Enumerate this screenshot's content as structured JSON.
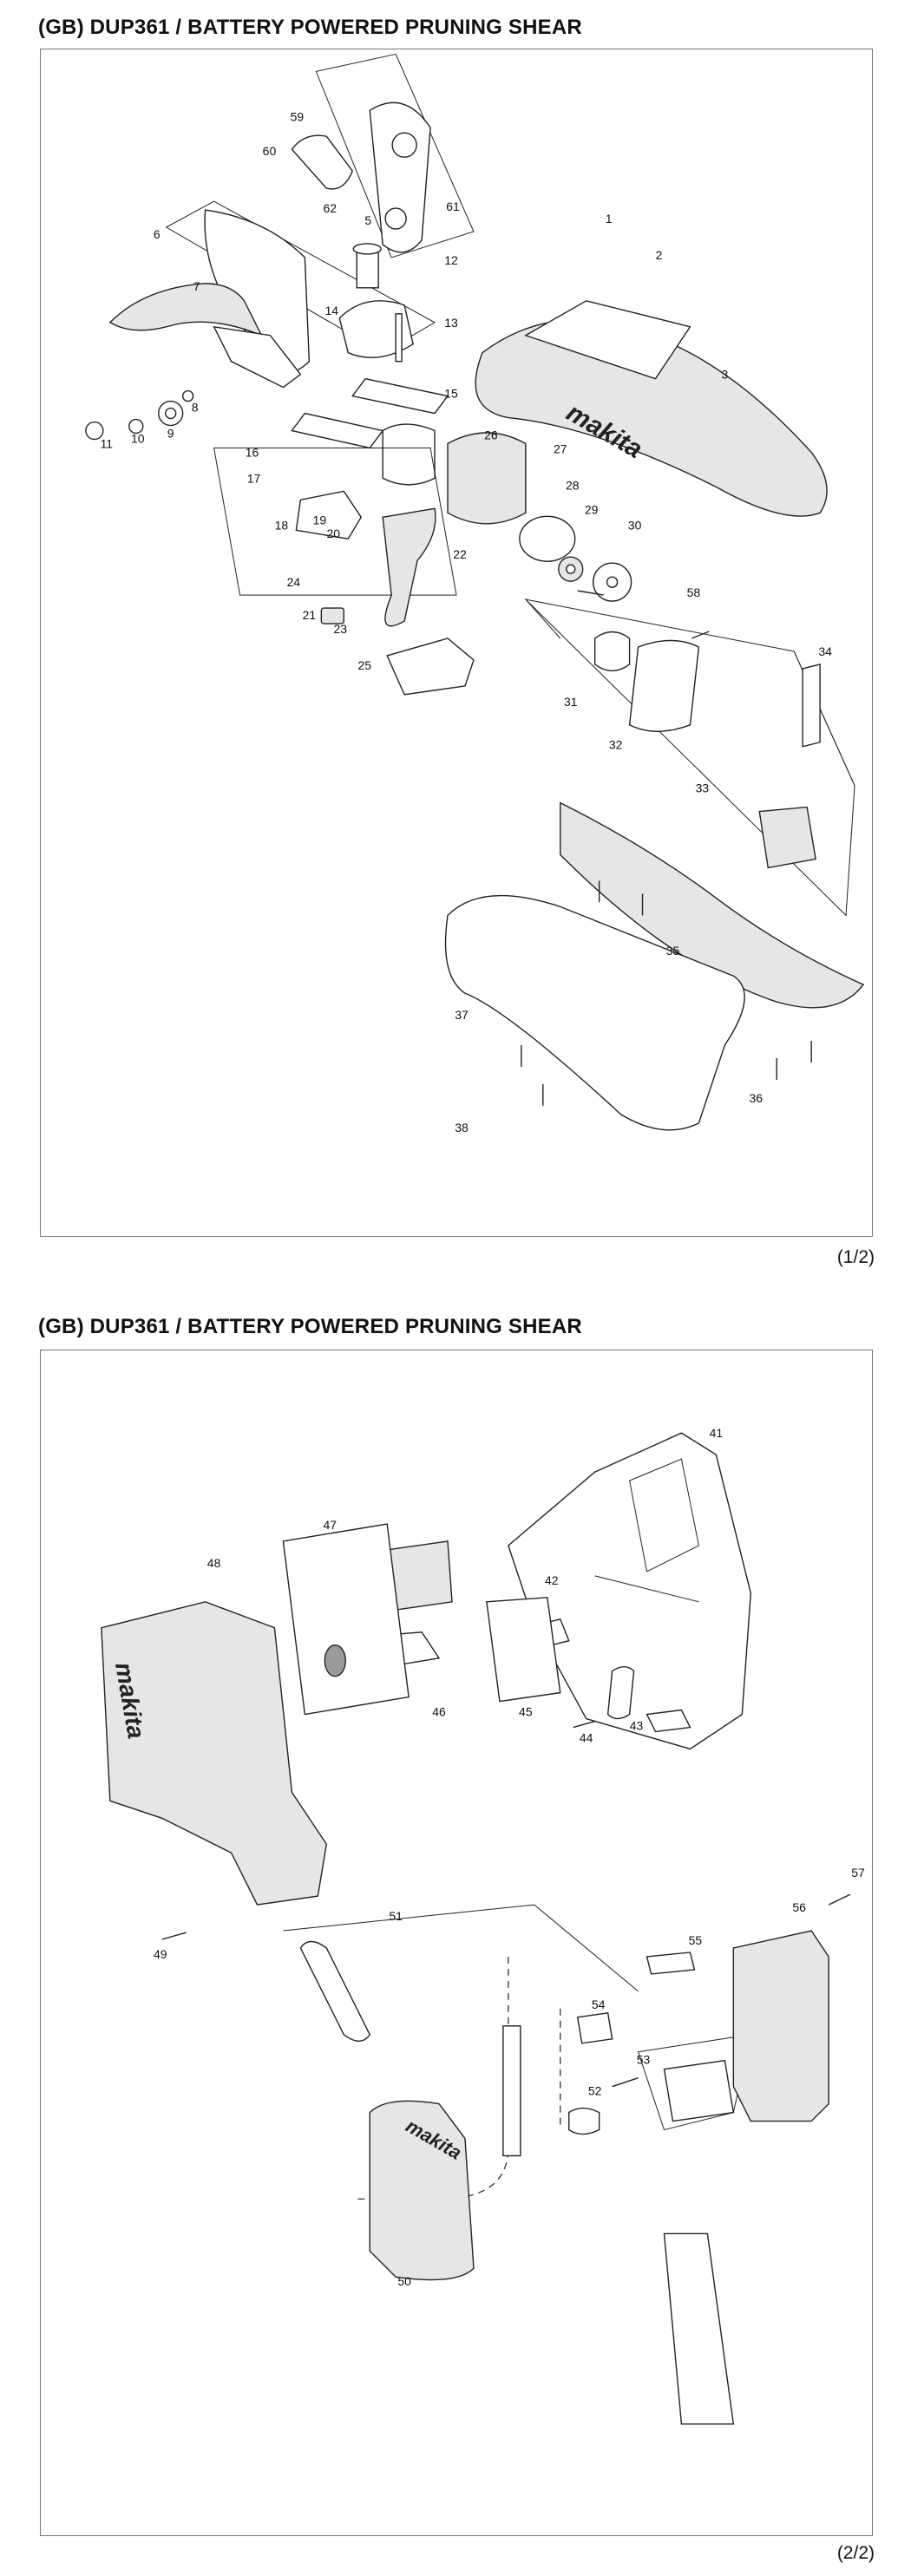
{
  "sheet1": {
    "title": "(GB) DUP361 / BATTERY POWERED PRUNING SHEAR",
    "page_label": "(1/2)",
    "brand_mark": "makita",
    "parts": [
      "1",
      "2",
      "3",
      "5",
      "6",
      "7",
      "8",
      "9",
      "10",
      "11",
      "12",
      "13",
      "14",
      "15",
      "16",
      "17",
      "18",
      "19",
      "20",
      "21",
      "22",
      "23",
      "24",
      "25",
      "26",
      "27",
      "28",
      "29",
      "30",
      "31",
      "32",
      "33",
      "34",
      "35",
      "36",
      "37",
      "38",
      "58",
      "59",
      "60",
      "61",
      "62"
    ]
  },
  "sheet2": {
    "title": "(GB) DUP361 / BATTERY POWERED PRUNING SHEAR",
    "page_label": "(2/2)",
    "brand_mark": "makita",
    "parts": [
      "41",
      "42",
      "43",
      "44",
      "45",
      "46",
      "47",
      "48",
      "49",
      "50",
      "51",
      "52",
      "53",
      "54",
      "55",
      "56",
      "57"
    ]
  }
}
